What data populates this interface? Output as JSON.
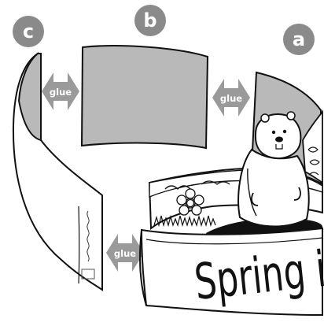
{
  "labels": {
    "a": "a",
    "b": "b",
    "c": "c"
  },
  "glue": {
    "left": "glue",
    "right": "glue",
    "bottom": "glue"
  },
  "banner": {
    "text": "Spring is on"
  },
  "colors": {
    "badge_fill": "#8a8a8a",
    "arrow_fill": "#9a9a9a",
    "panel_gray": "#b9b9b9",
    "outline": "#111111"
  }
}
